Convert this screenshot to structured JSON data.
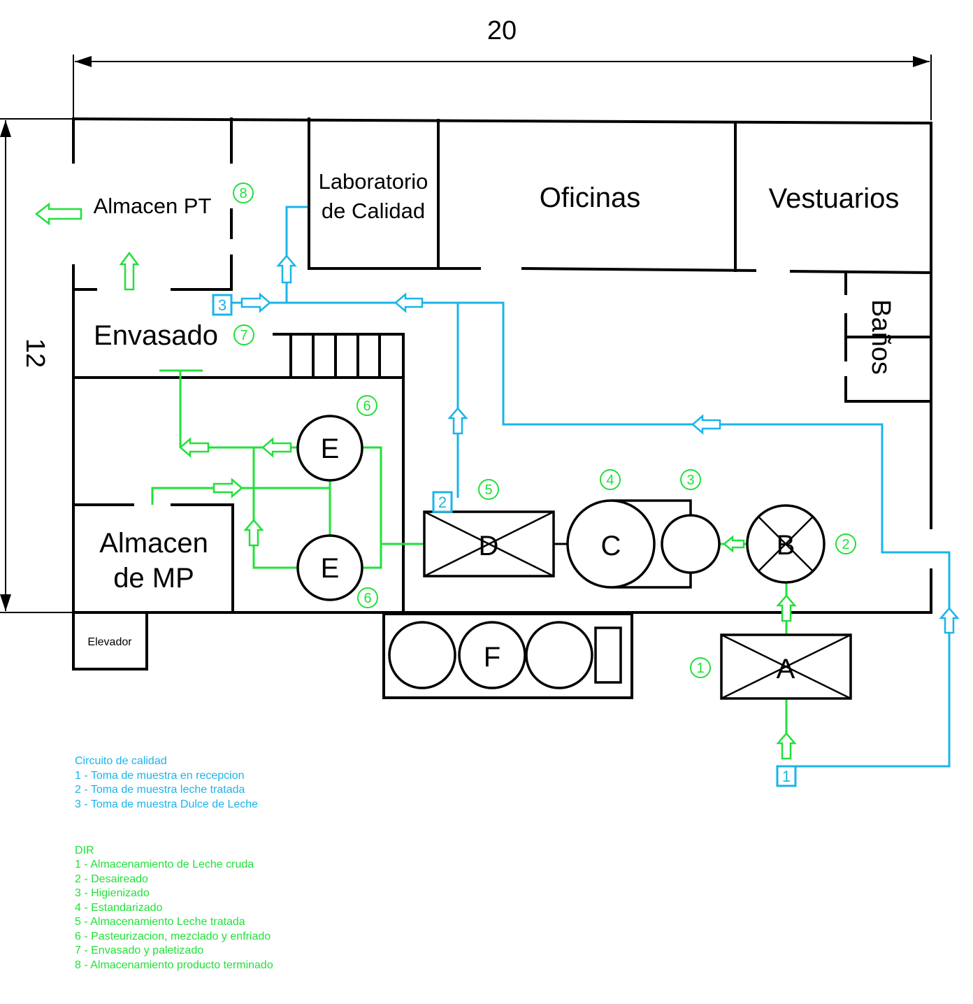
{
  "dimensions": {
    "width_label": "20",
    "height_label": "12"
  },
  "rooms": {
    "almacen_pt": "Almacen PT",
    "laboratorio_line1": "Laboratorio",
    "laboratorio_line2": "de Calidad",
    "oficinas": "Oficinas",
    "vestuarios": "Vestuarios",
    "banos": "Baños",
    "envasado": "Envasado",
    "almacen_mp_line1": "Almacen",
    "almacen_mp_line2": "de MP",
    "elevador": "Elevador"
  },
  "equipment": {
    "a": "A",
    "b": "B",
    "c": "C",
    "d": "D",
    "e_top": "E",
    "e_bottom": "E",
    "f": "F"
  },
  "step_markers": {
    "m1": "1",
    "m2": "2",
    "m3": "3",
    "m4": "4",
    "m5": "5",
    "m6_top": "6",
    "m6_bottom": "6",
    "m7": "7",
    "m8": "8"
  },
  "sample_points": {
    "s1": "1",
    "s2": "2",
    "s3": "3"
  },
  "colors": {
    "quality_circuit": "#1ab4ea",
    "process_flow": "#22e03a",
    "walls": "#000000"
  },
  "legend_quality": {
    "title": "Circuito de calidad",
    "items": [
      "1 - Toma de muestra en recepcion",
      "2 - Toma de muestra leche tratada",
      "3 - Toma de muestra Dulce de Leche"
    ]
  },
  "legend_dir": {
    "title": "DIR",
    "items": [
      "1 - Almacenamiento de Leche cruda",
      "2 - Desaireado",
      "3 - Higienizado",
      "4 - Estandarizado",
      "5 - Almacenamiento Leche tratada",
      "6 - Pasteurizacion, mezclado y enfriado",
      "7 - Envasado y paletizado",
      "8 - Almacenamiento producto terminado"
    ]
  }
}
